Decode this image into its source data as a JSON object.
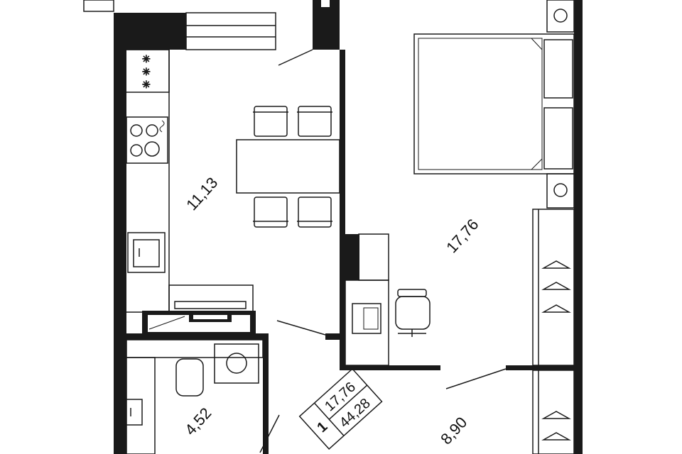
{
  "plan": {
    "rooms": [
      {
        "name": "kitchen",
        "area": "11,13"
      },
      {
        "name": "bedroom",
        "area": "17,76"
      },
      {
        "name": "bathroom",
        "area": "4,52"
      },
      {
        "name": "hallway",
        "area": "8,90"
      }
    ],
    "summary": {
      "rooms_count": "1",
      "living_area": "17,76",
      "total_area": "44,28"
    }
  }
}
